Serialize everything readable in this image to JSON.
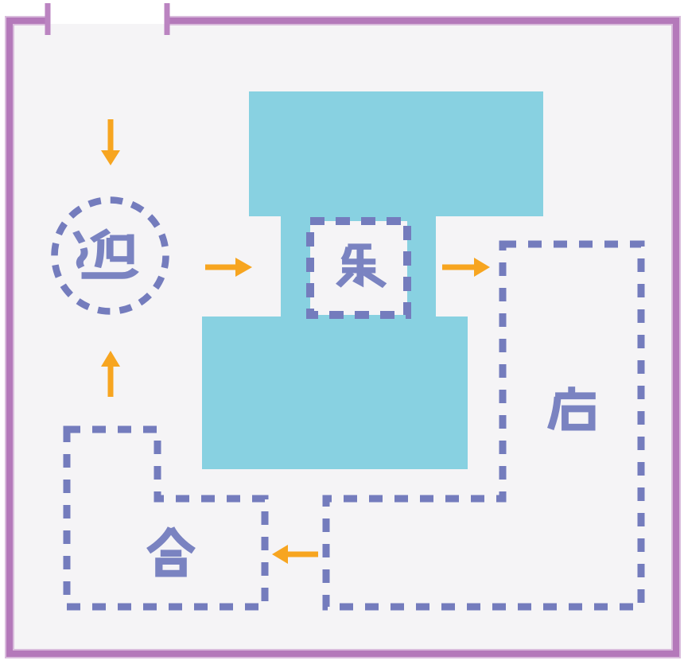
{
  "colors": {
    "outer_background": "#ffffff",
    "floor": "#f5f4f6",
    "wall": "#b479ba",
    "wall_halo": "#d9bcdc",
    "door_tick": "#bb84c1",
    "block": "#88d1e1",
    "dash": "#747cbd",
    "glyph": "#7a83c1",
    "arrow": "#f7a520"
  },
  "nodes": {
    "welcome": {
      "label": "迎",
      "shape": "dashed-circle"
    },
    "carry": {
      "label": "承",
      "shape": "dashed-square"
    },
    "open": {
      "label": "启",
      "shape": "dashed-L-region"
    },
    "unite": {
      "label": "合",
      "shape": "dashed-L-region"
    }
  },
  "arrows": [
    {
      "name": "entry-down-arrow",
      "direction": "down"
    },
    {
      "name": "welcome-to-carry-arrow",
      "direction": "right"
    },
    {
      "name": "carry-to-open-arrow",
      "direction": "right"
    },
    {
      "name": "unite-to-welcome-arrow",
      "direction": "up"
    },
    {
      "name": "open-to-unite-arrow",
      "direction": "left"
    }
  ]
}
